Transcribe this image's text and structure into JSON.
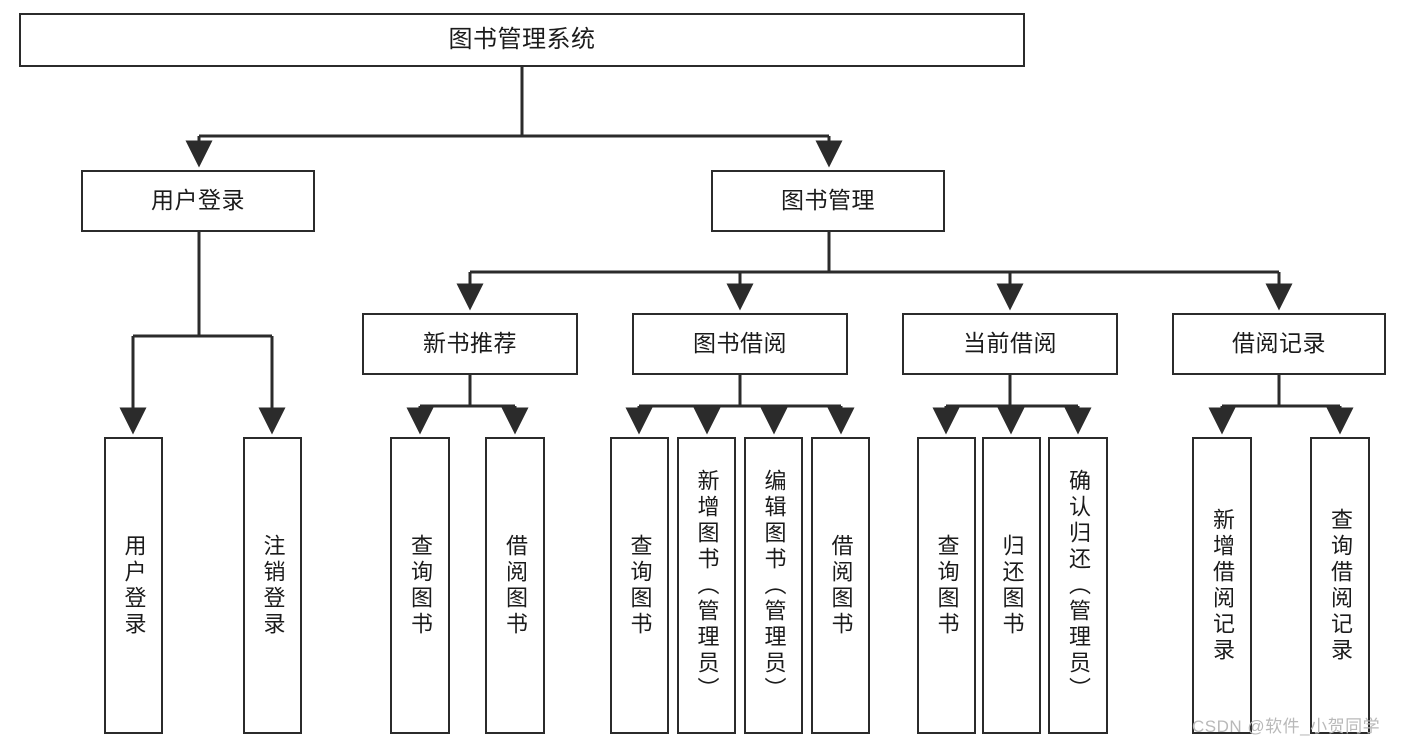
{
  "diagram": {
    "title": "图书管理系统",
    "watermark": "CSDN @软件_小贺同学",
    "colors": {
      "stroke": "#2b2b2b",
      "fill": "#ffffff",
      "text": "#1b1b1b",
      "watermark": "#b9b9b9"
    },
    "root": {
      "label": "图书管理系统"
    },
    "level2": [
      {
        "label": "用户登录"
      },
      {
        "label": "图书管理"
      }
    ],
    "level3": [
      {
        "label": "新书推荐"
      },
      {
        "label": "图书借阅"
      },
      {
        "label": "当前借阅"
      },
      {
        "label": "借阅记录"
      }
    ],
    "leaves": [
      {
        "label": "用户登录"
      },
      {
        "label": "注销登录"
      },
      {
        "label": "查询图书"
      },
      {
        "label": "借阅图书"
      },
      {
        "label": "查询图书"
      },
      {
        "label": "新增图书（管理员）"
      },
      {
        "label": "编辑图书（管理员）"
      },
      {
        "label": "借阅图书"
      },
      {
        "label": "查询图书"
      },
      {
        "label": "归还图书"
      },
      {
        "label": "确认归还（管理员）"
      },
      {
        "label": "新增借阅记录"
      },
      {
        "label": "查询借阅记录"
      }
    ]
  }
}
